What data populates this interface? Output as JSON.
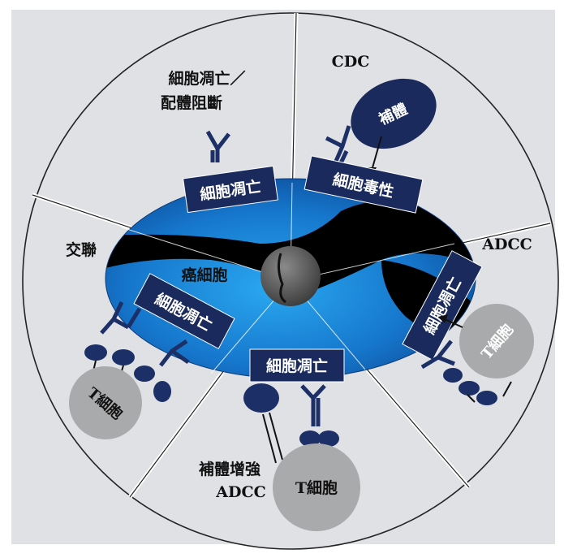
{
  "segments": {
    "apoptosis_block": {
      "title_line1": "細胞凋亡／",
      "title_line2": "配體阻斷"
    },
    "cdc": {
      "title": "CDC",
      "complement": "補體",
      "effect": "細胞毒性"
    },
    "adcc": {
      "title": "ADCC",
      "effect": "細胞凋亡",
      "t_cell": "T細胞"
    },
    "complement_adcc": {
      "title_line1": "補體增強",
      "title_line2": "ADCC",
      "effect": "細胞凋亡",
      "t_cell": "T細胞"
    },
    "crosslink": {
      "title": "交聯",
      "effect": "細胞凋亡",
      "t_cell": "T細胞"
    }
  },
  "center": {
    "cancer_cell": "癌細胞",
    "apoptosis_label": "細胞凋亡"
  },
  "colors": {
    "background": "#dfe1e4",
    "navy": "#1a2a5c",
    "antibody": "#1c2f66",
    "t_cell": "#a9aaac",
    "cell_blue": "#1f8fe0",
    "frame": "#ffffff"
  }
}
